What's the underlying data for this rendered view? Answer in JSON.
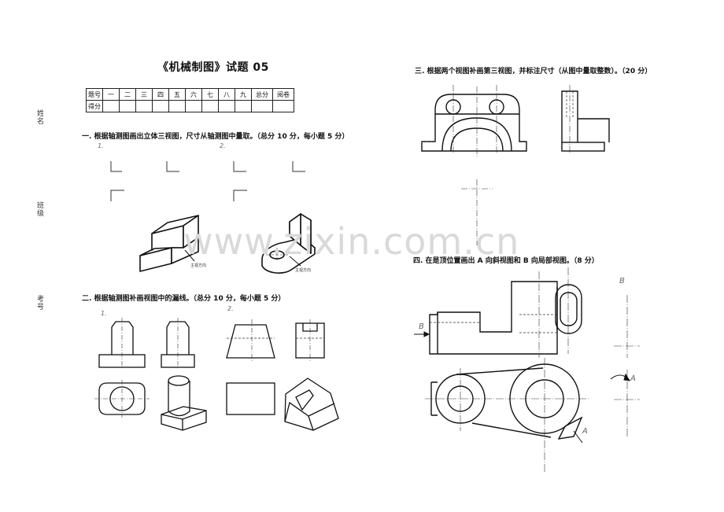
{
  "side_labels": {
    "name": "姓名",
    "class": "班级",
    "exam_no": "考号"
  },
  "title": "《机械制图》试题 05",
  "score_table": {
    "row1": [
      "题号",
      "一",
      "二",
      "三",
      "四",
      "五",
      "六",
      "七",
      "八",
      "九",
      "总分",
      "阅卷"
    ],
    "row2_label": "得分"
  },
  "q1": {
    "text": "一. 根据轴测图画出立体三视图，尺寸从轴测图中量取。（总分 10 分，每小题 5 分）",
    "n1": "1.",
    "n2": "2.",
    "dir1": "主视方向",
    "dir2": "主视方向"
  },
  "q2": {
    "text": "二. 根据轴测图补画视图中的漏线。（总分 10 分，每小题 5 分）",
    "n1": "1.",
    "n2": "2."
  },
  "q3": {
    "text": "三. 根据两个视图补画第三视图，并标注尺寸（从图中量取整数）。（20 分）"
  },
  "q4": {
    "text": "四. 在是顶位置画出 A 向斜视图和 B 向局部视图。（8 分）",
    "label_b_top": "B",
    "label_b_left": "B",
    "label_a_right": "A",
    "label_a_bottom": "A"
  },
  "watermark": "www.zixin.com.cn"
}
